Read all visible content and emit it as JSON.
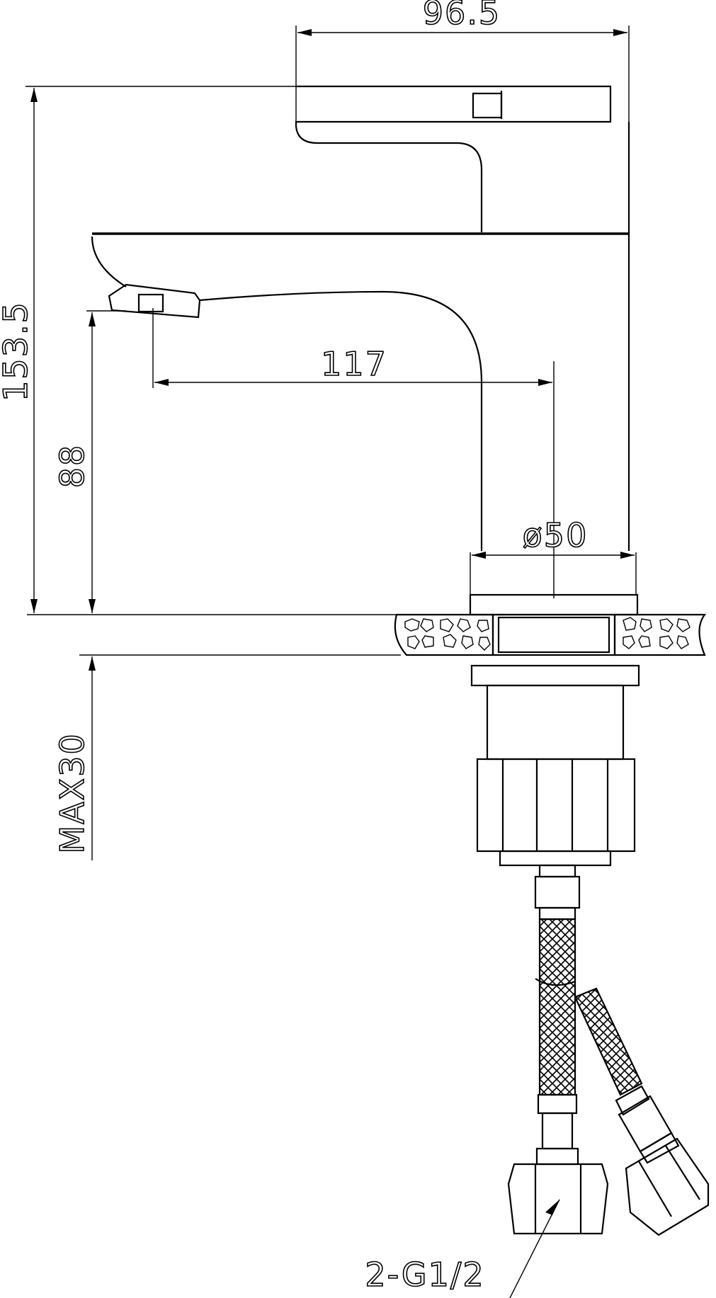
{
  "dimensions": {
    "width_top": "96.5",
    "height_total": "153.5",
    "spout_reach": "117",
    "spout_height": "88",
    "body_diameter": "ø50",
    "max_deck_thickness": "MAX30",
    "connector_thread": "2-G1/2"
  },
  "colors": {
    "line": "#000000",
    "background": "#ffffff"
  }
}
